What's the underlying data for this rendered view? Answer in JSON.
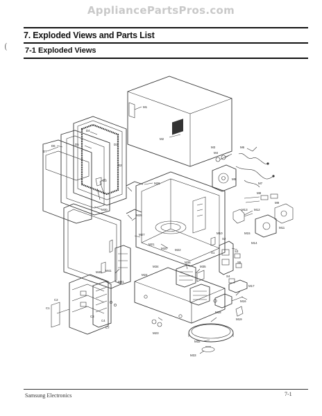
{
  "watermark": "AppliancePartsPros.com",
  "section_title": "7. Exploded Views and Parts List",
  "subsection_title": "7-1 Exploded Views",
  "margin_mark": "(",
  "footer": {
    "left": "Samsung Electronics",
    "right": "7-1"
  },
  "labels": {
    "m1": "M1",
    "m2": "M2",
    "d1": "D1",
    "d2": "D2",
    "d4": "D4",
    "d5": "D5",
    "d6": "D6",
    "d7": "D7",
    "d3": "D3",
    "m26": "M26",
    "m22": "M22",
    "m20": "M20",
    "m25": "M25",
    "m21": "M21",
    "m3": "M3",
    "m4": "M4",
    "m5": "M5",
    "m6": "M6",
    "m7": "M7",
    "m8": "M8",
    "m9": "M9",
    "m13": "M13",
    "m12": "M12",
    "m11": "M11",
    "m14": "M14",
    "m15": "M15",
    "m16": "M16",
    "m17": "M17",
    "m18": "M18",
    "m19": "M19",
    "m23": "M23",
    "m24": "M24",
    "m27": "M27",
    "m10": "M10",
    "m30": "M30",
    "m31": "M31",
    "m32": "M32",
    "m33": "M33",
    "m34": "M34",
    "m35": "M35",
    "m36": "M36",
    "m40": "M40",
    "m41": "M41",
    "s1": "S1",
    "s2": "S2",
    "s3": "S3",
    "s4": "S4",
    "s5": "S5",
    "c1": "C1",
    "c2": "C2",
    "c3": "C3",
    "c4": "C4",
    "c7": "C7"
  }
}
